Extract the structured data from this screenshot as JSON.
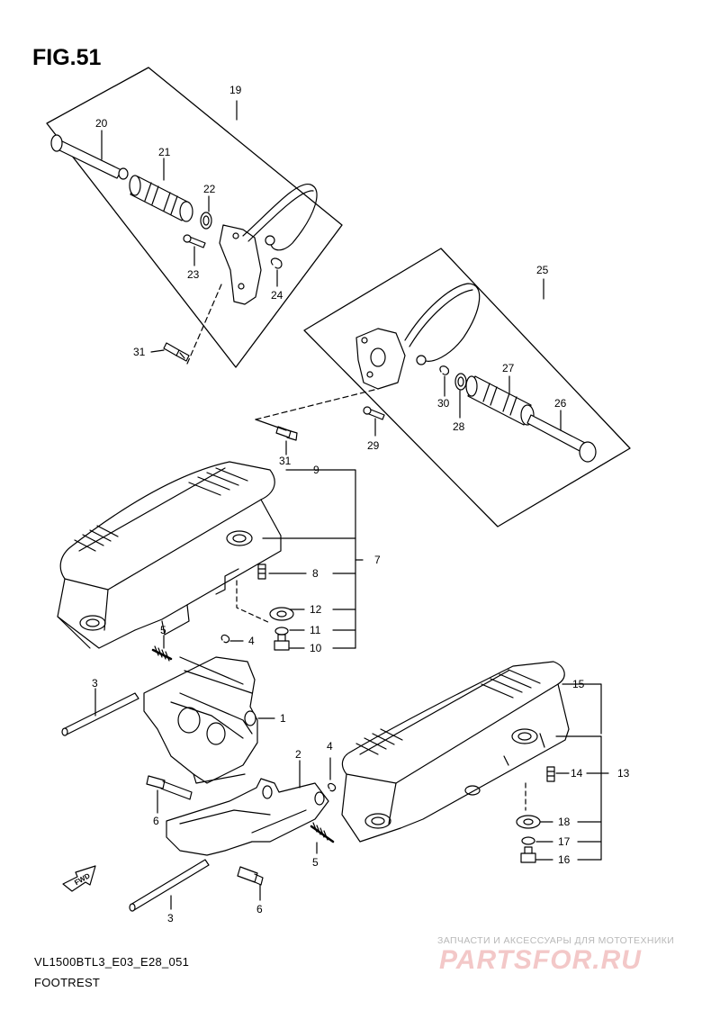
{
  "figure": {
    "title": "FIG.51"
  },
  "model_code": "VL1500BTL3_E03_E28_051",
  "section_name": "FOOTREST",
  "watermark": {
    "line": "ЗАПЧАСТИ И АКСЕССУАРЫ ДЛЯ МОТОТЕХНИКИ",
    "brand": "PARTSFOR.RU"
  },
  "callouts": {
    "p1": "1",
    "p2": "2",
    "p3a": "3",
    "p3b": "3",
    "p4a": "4",
    "p4b": "4",
    "p5a": "5",
    "p5b": "5",
    "p6a": "6",
    "p6b": "6",
    "p7": "7",
    "p8": "8",
    "p9": "9",
    "p10": "10",
    "p11": "11",
    "p12": "12",
    "p13": "13",
    "p14": "14",
    "p15": "15",
    "p16": "16",
    "p17": "17",
    "p18": "18",
    "p19": "19",
    "p20": "20",
    "p21": "21",
    "p22": "22",
    "p23": "23",
    "p24": "24",
    "p25": "25",
    "p26": "26",
    "p27": "27",
    "p28": "28",
    "p29": "29",
    "p30": "30",
    "p31a": "31",
    "p31b": "31"
  },
  "fwd_label": "FWD"
}
